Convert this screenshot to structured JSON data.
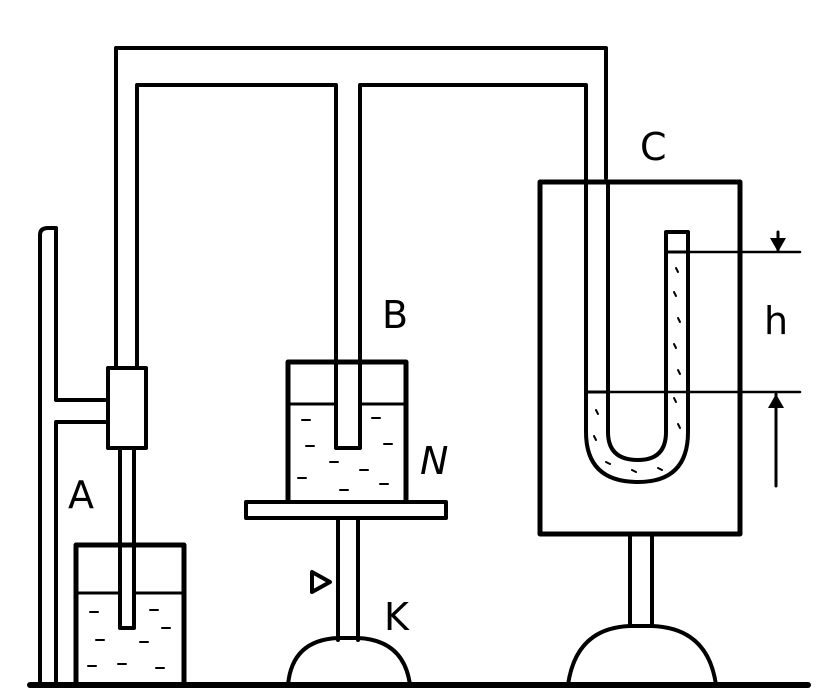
{
  "labels": {
    "a": "A",
    "b": "B",
    "c": "C",
    "h": "h",
    "n": "N",
    "k": "K"
  },
  "colors": {
    "ink": "#000000",
    "background": "#ffffff"
  }
}
